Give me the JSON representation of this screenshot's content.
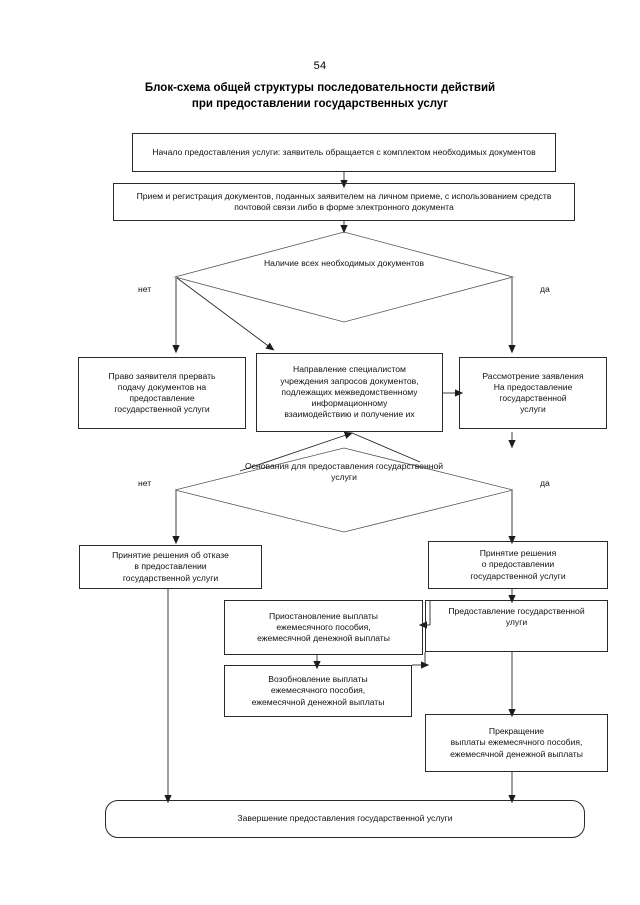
{
  "document": {
    "page_number": "54",
    "title_line1": "Блок-схема общей структуры последовательности действий",
    "title_line2": "при предоставлении государственных услуг"
  },
  "chart_data": {
    "type": "diagram",
    "subtype": "flowchart",
    "title": "Блок-схема общей структуры последовательности действий при предоставлении государственных услуг",
    "orientation": "top-to-bottom",
    "nodes": [
      {
        "id": "start",
        "shape": "rect",
        "text": "Начало предоставления услуги: заявитель обращается с комплектом необходимых документов"
      },
      {
        "id": "registration",
        "shape": "rect",
        "text": "Прием и регистрация документов, поданных заявителем на личном приеме, с использованием средств почтовой связи либо в форме электронного документа"
      },
      {
        "id": "decision-docs",
        "shape": "diamond",
        "text": "Наличие всех необходимых документов"
      },
      {
        "id": "right-to-interrupt",
        "shape": "rect",
        "text": "Право заявителя прервать подачу документов на предоставление государственной услуги"
      },
      {
        "id": "interagency-requests",
        "shape": "rect",
        "text": "Направление специалистом учреждения запросов документов, подлежащих межведомственному информационному взаимодействию и получение их"
      },
      {
        "id": "application-review",
        "shape": "rect",
        "text": "Рассмотрение заявления На предоставление государственной услуги"
      },
      {
        "id": "decision-grounds",
        "shape": "diamond",
        "text": "Основания для предоставления государственной услуги"
      },
      {
        "id": "refusal-decision",
        "shape": "rect",
        "text": "Принятие решения об отказе в предоставлении государственной услуги"
      },
      {
        "id": "grant-decision",
        "shape": "rect",
        "text": "Принятие решения о предоставлении государственной услуги"
      },
      {
        "id": "service-provision",
        "shape": "rect",
        "text": "Предоставление государственной улуги"
      },
      {
        "id": "suspension",
        "shape": "rect",
        "text": "Приостановление выплаты ежемесячного пособия, ежемесячной денежной выплаты"
      },
      {
        "id": "resumption",
        "shape": "rect",
        "text": "Возобновление выплаты ежемесячного пособия, ежемесячной денежной выплаты"
      },
      {
        "id": "termination",
        "shape": "rect",
        "text": "Прекращение выплаты ежемесячного пособия, ежемесячной денежной выплаты"
      },
      {
        "id": "end",
        "shape": "rounded-rect",
        "text": "Завершение предоставления государственной услуги"
      }
    ],
    "edge_labels": [
      "нет",
      "да",
      "нет",
      "да"
    ],
    "edges": [
      {
        "from": "start",
        "to": "registration",
        "label": ""
      },
      {
        "from": "registration",
        "to": "decision-docs",
        "label": ""
      },
      {
        "from": "decision-docs",
        "to": "right-to-interrupt",
        "label": "нет"
      },
      {
        "from": "decision-docs",
        "to": "interagency-requests",
        "label": ""
      },
      {
        "from": "decision-docs",
        "to": "application-review",
        "label": "да"
      },
      {
        "from": "interagency-requests",
        "to": "application-review",
        "label": ""
      },
      {
        "from": "application-review",
        "to": "decision-grounds",
        "label": ""
      },
      {
        "from": "decision-grounds",
        "to": "interagency-requests",
        "label": ""
      },
      {
        "from": "decision-grounds",
        "to": "refusal-decision",
        "label": "нет"
      },
      {
        "from": "decision-grounds",
        "to": "grant-decision",
        "label": "да"
      },
      {
        "from": "grant-decision",
        "to": "service-provision",
        "label": ""
      },
      {
        "from": "service-provision",
        "to": "suspension",
        "label": ""
      },
      {
        "from": "suspension",
        "to": "resumption",
        "label": ""
      },
      {
        "from": "resumption",
        "to": "service-provision",
        "label": ""
      },
      {
        "from": "service-provision",
        "to": "termination",
        "label": ""
      },
      {
        "from": "refusal-decision",
        "to": "end",
        "label": ""
      },
      {
        "from": "termination",
        "to": "end",
        "label": ""
      }
    ]
  },
  "nodes": {
    "start": "Начало предоставления услуги: заявитель обращается с комплектом необходимых документов",
    "registration": "Прием и регистрация документов, поданных заявителем на личном приеме, с использованием средств почтовой связи либо в форме электронного документа",
    "decision_docs": "Наличие всех необходимых\nдокументов",
    "right_to_interrupt": "Право заявителя прервать\nподачу документов на\nпредоставление\nгосударственной услуги",
    "interagency_requests": "Направление специалистом\nучреждения запросов документов,\nподлежащих межведомственному\nинформационному\nвзаимодействию и получение их",
    "application_review": "Рассмотрение заявления\nНа предоставление\nгосударственной\nуслуги",
    "decision_grounds": "Основания для предоставления\nгосударственной услуги",
    "refusal_decision": "Принятие решения об отказе\nв предоставлении\nгосударственной услуги",
    "grant_decision": "Принятие решения\nо предоставлении\nгосударственной услуги",
    "service_provision": "Предоставление государственной\nулуги",
    "suspension": "Приостановление выплаты\nежемесячного пособия,\nежемесячной денежной выплаты",
    "resumption": "Возобновление выплаты\nежемесячного пособия,\nежемесячной денежной выплаты",
    "termination": "Прекращение\nвыплаты ежемесячного пособия,\nежемесячной денежной выплаты",
    "end": "Завершение предоставления государственной услуги"
  },
  "labels": {
    "no_1": "нет",
    "yes_1": "да",
    "no_2": "нет",
    "yes_2": "да"
  },
  "colors": {
    "stroke": "#2a2a2a",
    "text": "#111111",
    "background": "#ffffff"
  }
}
